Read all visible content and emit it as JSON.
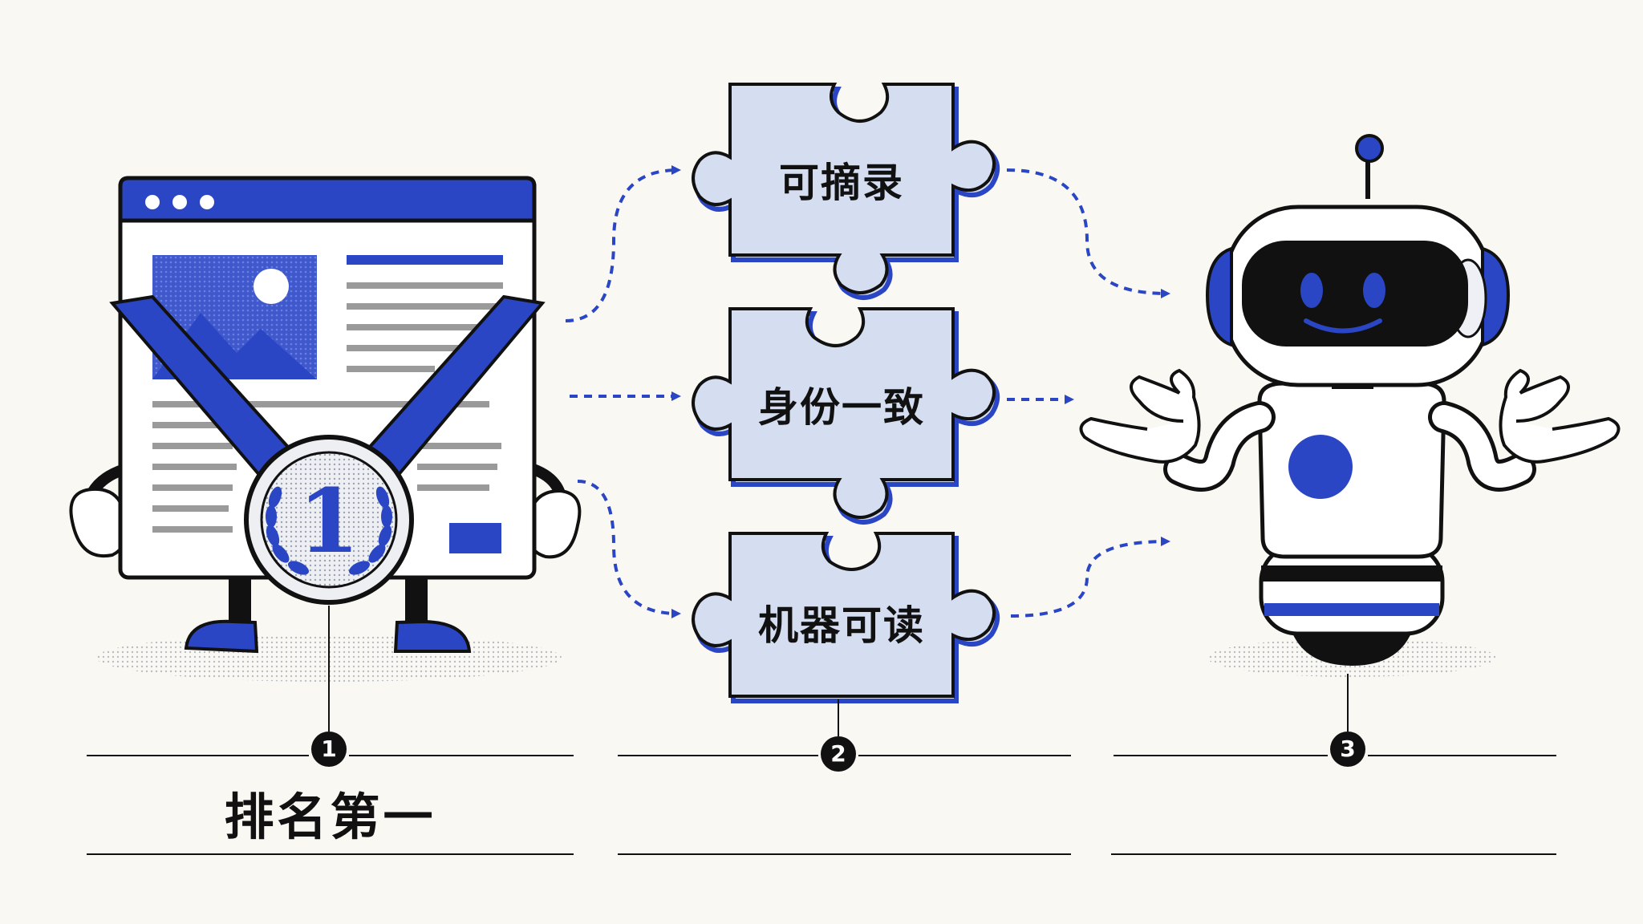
{
  "colors": {
    "background": "#faf8f2",
    "accent_blue": "#2a46c4",
    "piece_fill": "#d5ddf0",
    "ink": "#111111"
  },
  "steps": [
    {
      "number": "1",
      "caption": "排名第一",
      "figure": "webpage-mascot-with-medal"
    },
    {
      "number": "2",
      "caption": "",
      "figure": "puzzle-pieces"
    },
    {
      "number": "3",
      "caption": "",
      "figure": "confused-robot"
    }
  ],
  "puzzle_pieces": [
    {
      "label": "可摘录"
    },
    {
      "label": "身份一致"
    },
    {
      "label": "机器可读"
    }
  ],
  "medal": {
    "number": "1"
  },
  "icons": [
    "webpage-icon",
    "medal-icon",
    "laurel-icon",
    "puzzle-piece-icon",
    "robot-icon",
    "arrow-icon",
    "image-placeholder-icon"
  ]
}
